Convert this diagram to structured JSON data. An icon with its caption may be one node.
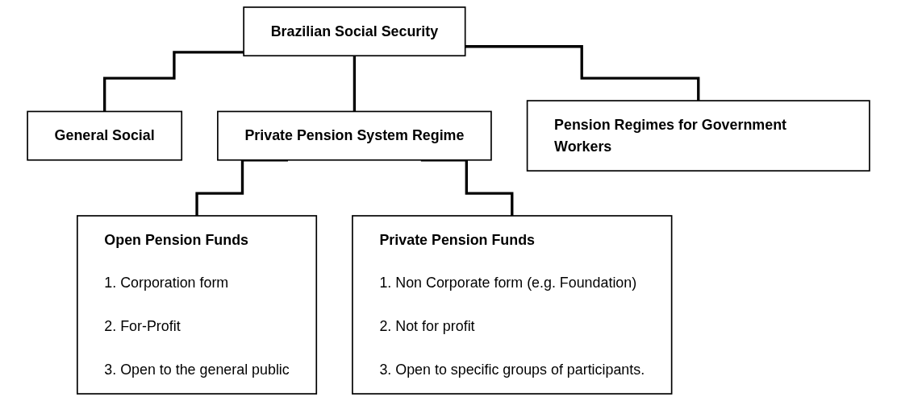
{
  "diagram": {
    "nodes": [
      {
        "text": [
          "Brazilian Social Security"
        ]
      },
      {
        "text": [
          "General Social"
        ]
      },
      {
        "text": [
          "Private Pension System Regime"
        ]
      },
      {
        "text": [
          "Pension Regimes for Government Workers"
        ]
      },
      {
        "text": [
          "Open Pension Funds",
          "1. Corporation form",
          "2. For-Profit",
          "3. Open to the general public"
        ]
      },
      {
        "text": [
          "Private Pension Funds",
          "1. Non Corporate form (e.g. Foundation)",
          "2. Not for profit",
          "3. Open to specific groups of participants."
        ]
      }
    ],
    "edges": [
      {
        "from": 0,
        "to": 1,
        "arrow": "none"
      },
      {
        "from": 0,
        "to": 2,
        "arrow": "none"
      },
      {
        "from": 0,
        "to": 3,
        "arrow": "none"
      },
      {
        "from": 2,
        "to": 4,
        "arrow": "none"
      },
      {
        "from": 2,
        "to": 5,
        "arrow": "none"
      }
    ]
  }
}
